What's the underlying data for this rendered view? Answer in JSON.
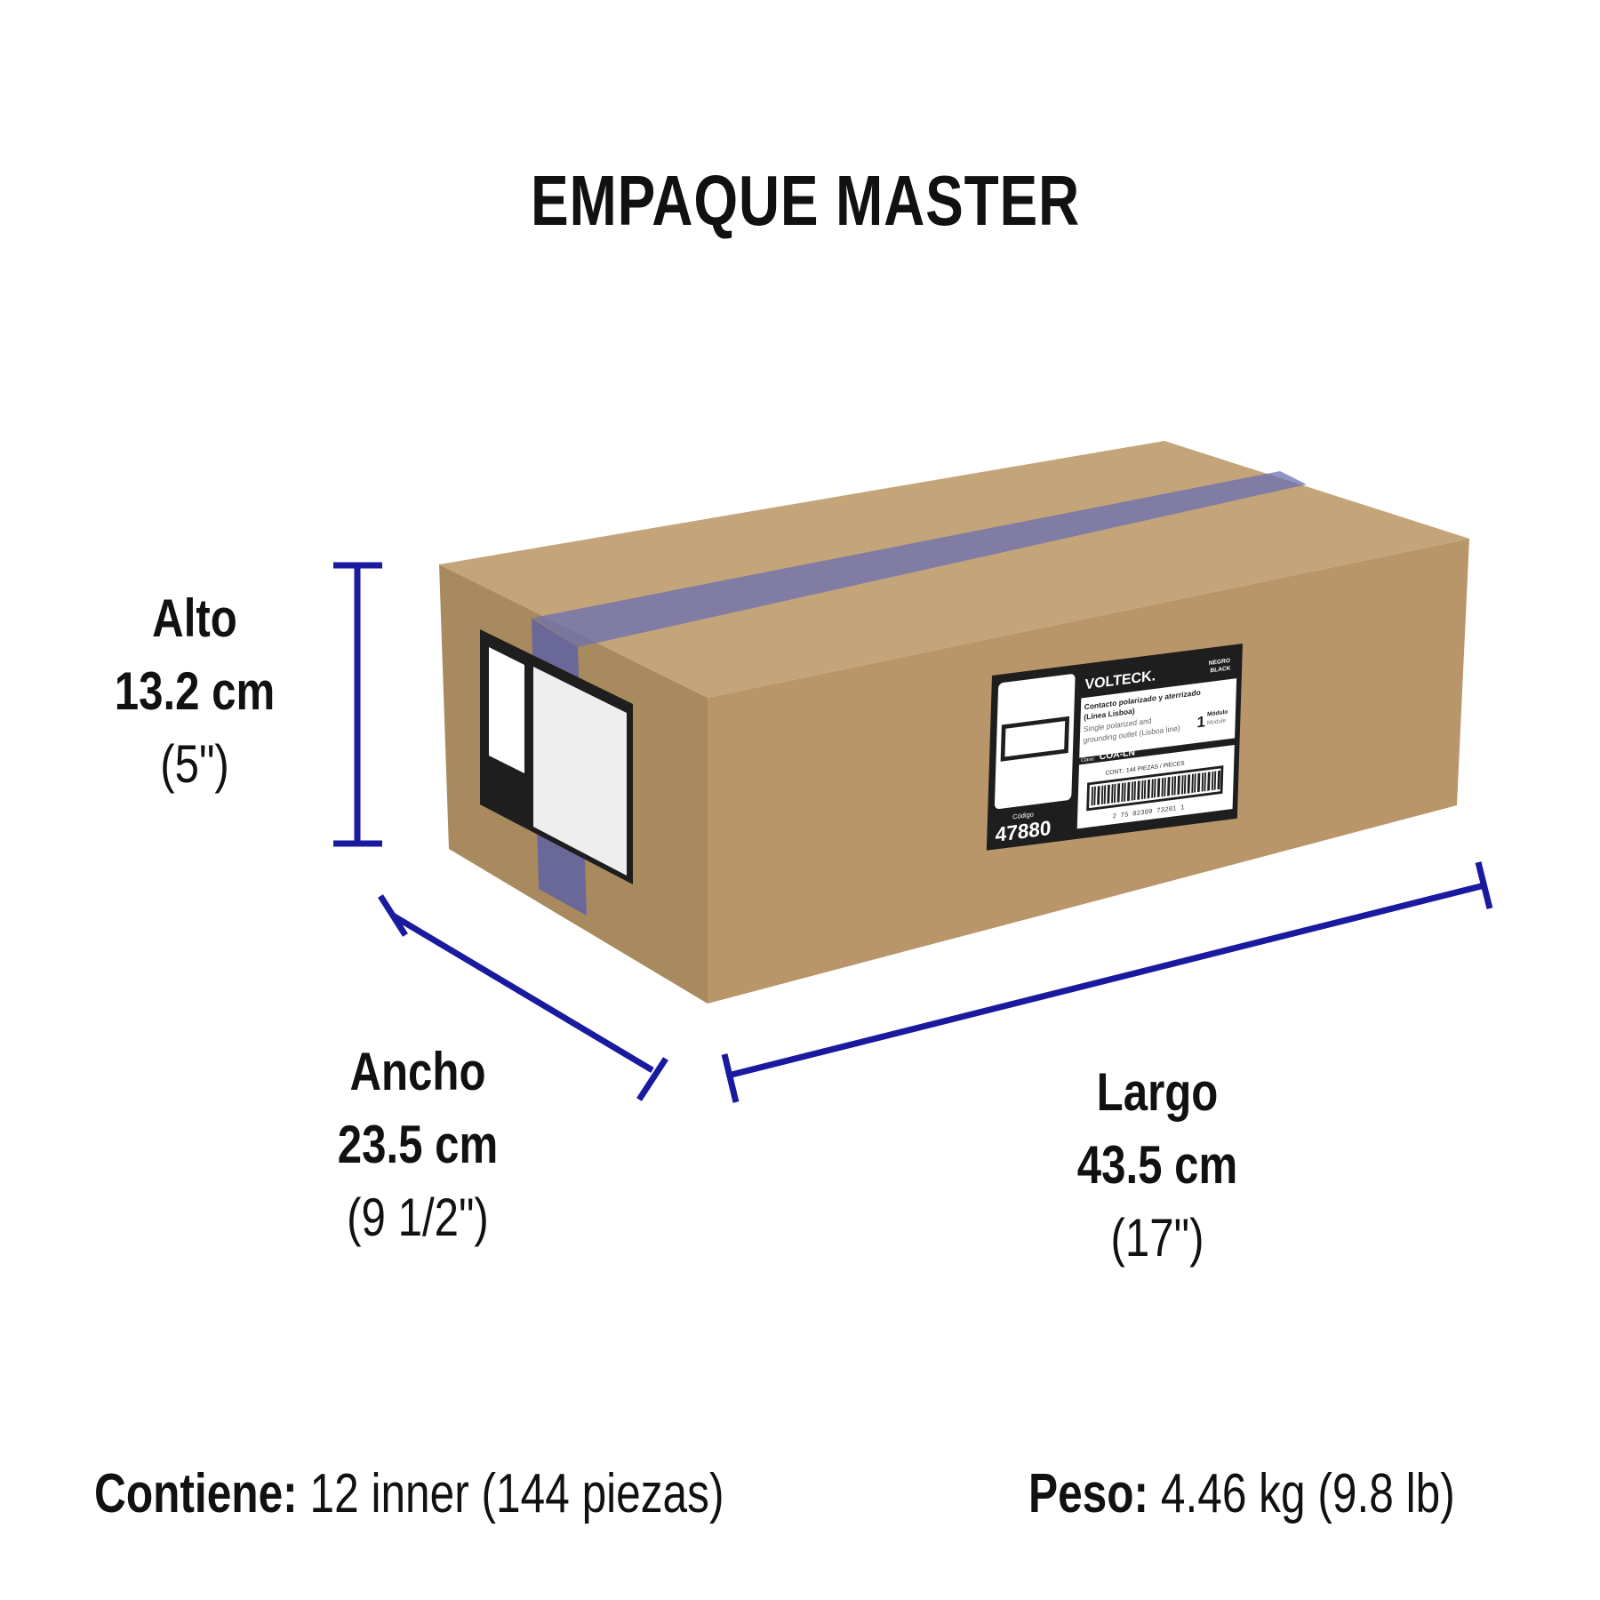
{
  "title": "EMPAQUE MASTER",
  "dimensions": {
    "alto": {
      "label": "Alto",
      "metric": "13.2 cm",
      "imperial": "(5\")"
    },
    "ancho": {
      "label": "Ancho",
      "metric": "23.5 cm",
      "imperial": "(9 1/2\")"
    },
    "largo": {
      "label": "Largo",
      "metric": "43.5 cm",
      "imperial": "(17\")"
    }
  },
  "footer": {
    "contents_label": "Contiene:",
    "contents_value": "12 inner (144 piezas)",
    "weight_label": "Peso:",
    "weight_value": "4.46 kg (9.8 lb)"
  },
  "box_label": {
    "brand": "VOLTECK.",
    "color": "NEGRO",
    "color_en": "BLACK",
    "desc_es_1": "Contacto polarizado y aterrizado",
    "desc_es_2": "(Línea Lisboa)",
    "desc_en_1": "Single polarized and",
    "desc_en_2": "grounding outlet (Lisboa line)",
    "modules": "1",
    "modules_es": "Módulo",
    "modules_en": "Module",
    "clave_label": "Clave:",
    "clave": "COA-LN",
    "contents": "CONT.: 144 PIEZAS / PIECES",
    "barcode": "2 75 02309 73201 1",
    "code_label": "Código",
    "code": "47880"
  },
  "colors": {
    "dimension_lines": "#1a1aa0",
    "cardboard": "#b89668",
    "tape": "#5a5fa8"
  }
}
